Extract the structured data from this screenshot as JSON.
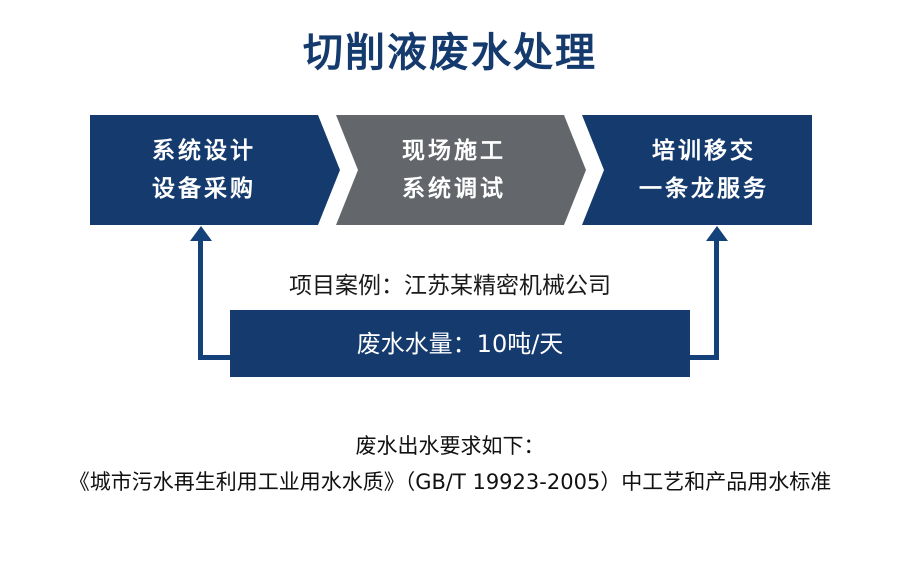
{
  "page": {
    "title": "切削液废水处理",
    "background": "#ffffff",
    "accent_navy": "#143a6e",
    "accent_gray": "#63666b",
    "line_color": "#144179"
  },
  "process": {
    "steps": [
      {
        "id": "design-procurement",
        "line1": "系统设计",
        "line2": "设备采购",
        "color": "#143a6e"
      },
      {
        "id": "construction-commissioning",
        "line1": "现场施工",
        "line2": "系统调试",
        "color": "#63666b"
      },
      {
        "id": "training-handover",
        "line1": "培训移交",
        "line2": "一条龙服务",
        "color": "#143a6e"
      }
    ]
  },
  "case": {
    "label": "项目案例：江苏某精密机械公司",
    "volume": "废水水量：10吨/天"
  },
  "footer": {
    "line1": "废水出水要求如下：",
    "line2": "《城市污水再生利用工业用水水质》（GB/T 19923-2005）中工艺和产品用水标准"
  }
}
